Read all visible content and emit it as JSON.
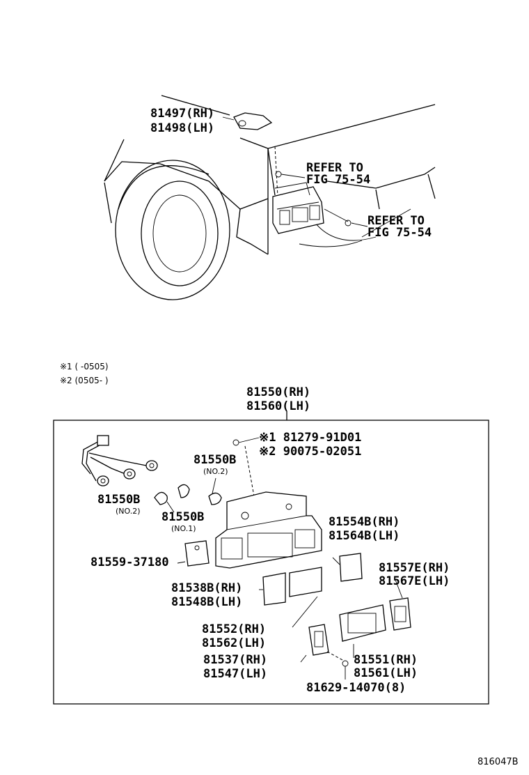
{
  "vehicle_callouts": {
    "bracket_rh": "81497(RH)",
    "bracket_lh": "81498(LH)",
    "refer_1_line1": "REFER TO",
    "refer_1_line2": "FIG 75-54",
    "refer_2_line1": "REFER TO",
    "refer_2_line2": "FIG 75-54"
  },
  "notes": {
    "note1": "※1 (      -0505)",
    "note2": "※2 (0505-      )"
  },
  "assembly": {
    "rh": "81550(RH)",
    "lh": "81560(LH)"
  },
  "parts": {
    "screw_1": "※1 81279-91D01",
    "screw_2": "※2 90075-02051",
    "bulb_no2_top": "81550B",
    "bulb_no2_top_sub": "(NO.2)",
    "bulb_no2_left": "81550B",
    "bulb_no2_left_sub": "(NO.2)",
    "bulb_no1": "81550B",
    "bulb_no1_sub": "(NO.1)",
    "clip": "81559-37180",
    "gasket_right_rh": "81554B(RH)",
    "gasket_right_lh": "81564B(LH)",
    "gasket_left_rh": "81538B(RH)",
    "gasket_left_lh": "81548B(LH)",
    "lens_right_rh": "81557E(RH)",
    "lens_right_lh": "81567E(LH)",
    "gasket_center_rh": "81552(RH)",
    "gasket_center_lh": "81562(LH)",
    "lens_left_rh": "81537(RH)",
    "lens_left_lh": "81547(LH)",
    "lens_center_rh": "81551(RH)",
    "lens_center_lh": "81561(LH)",
    "lens_screw": "81629-14070(8)"
  },
  "diagram_id": "816047B"
}
